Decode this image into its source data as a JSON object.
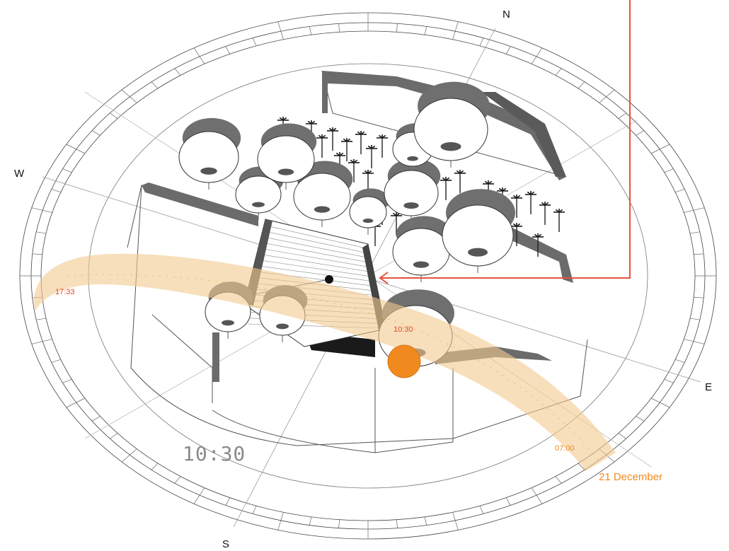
{
  "compass": {
    "north": "N",
    "south": "S",
    "east": "E",
    "west": "W"
  },
  "sun_path": {
    "date": "21 December",
    "sunrise_time": "07:00",
    "current_time": "10:30",
    "sunset_time": "17:33"
  },
  "clock_display": "10:30",
  "colors": {
    "sun_band": "#f3c98e",
    "sun_disc": "#f08a1e",
    "time_label": "#e04a2a",
    "date_label": "#f08a1e",
    "pointer_line": "#e2533a",
    "shadow": "#6b6b6b"
  }
}
